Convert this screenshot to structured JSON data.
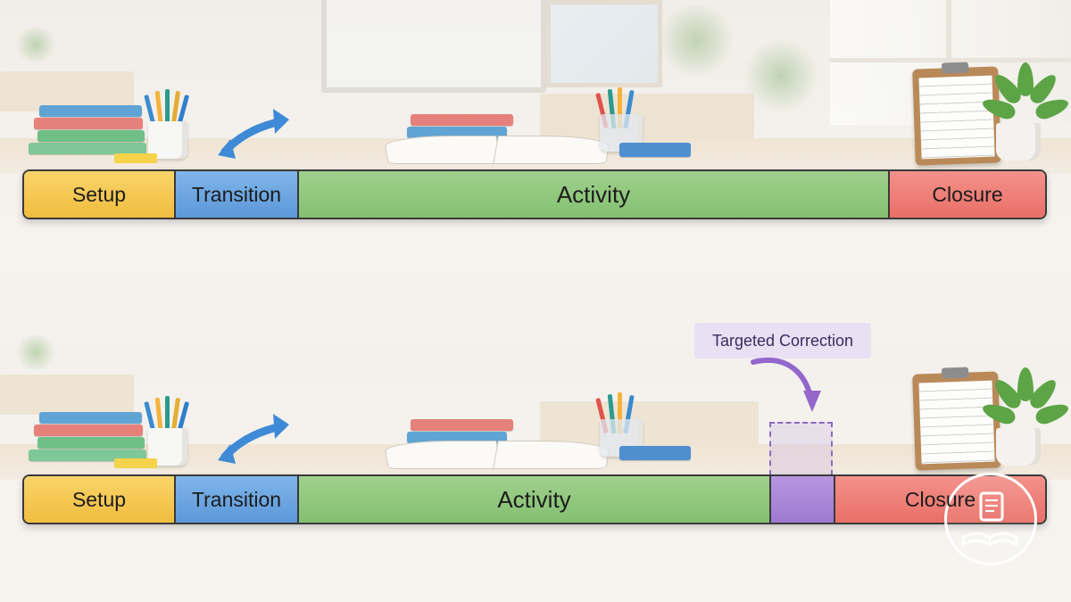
{
  "rows": [
    {
      "segments": [
        {
          "id": "setup",
          "label": "Setup",
          "color": "#f4c54f"
        },
        {
          "id": "transition",
          "label": "Transition",
          "color": "#6aa6e0"
        },
        {
          "id": "activity",
          "label": "Activity",
          "color": "#8fc77c"
        },
        {
          "id": "closure",
          "label": "Closure",
          "color": "#ee7f77"
        }
      ]
    },
    {
      "segments": [
        {
          "id": "setup",
          "label": "Setup",
          "color": "#f4c54f"
        },
        {
          "id": "transition",
          "label": "Transition",
          "color": "#6aa6e0"
        },
        {
          "id": "activity",
          "label": "Activity",
          "color": "#8fc77c"
        },
        {
          "id": "targeted-correction",
          "label": "",
          "color": "#a884d6"
        },
        {
          "id": "closure",
          "label": "Closure",
          "color": "#ee7f77"
        }
      ],
      "callout": {
        "label": "Targeted Correction",
        "color": "#a884d6"
      }
    }
  ],
  "icons": [
    "book-stack-icon",
    "pencil-cup-icon",
    "swap-arrow-icon",
    "open-book-icon",
    "clipboard-icon",
    "potted-plant-icon",
    "curved-arrow-icon",
    "logo-badge-icon"
  ]
}
